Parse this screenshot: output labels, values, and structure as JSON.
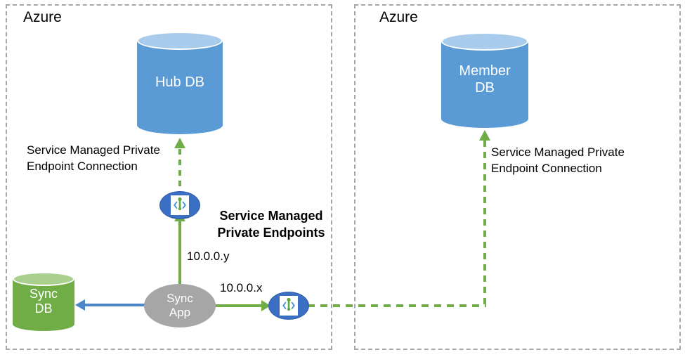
{
  "panels": [
    {
      "name": "left",
      "title": "Azure"
    },
    {
      "name": "right",
      "title": "Azure"
    }
  ],
  "nodes": {
    "hub_db": {
      "label_line1": "Hub DB",
      "label_line2": "",
      "color": "#5B9BD5",
      "top_color": "#A9CCEC"
    },
    "member_db": {
      "label_line1": "Member",
      "label_line2": "DB",
      "color": "#5B9BD5",
      "top_color": "#A9CCEC"
    },
    "sync_db": {
      "label_line1": "Sync",
      "label_line2": "DB",
      "color": "#70AD47",
      "top_color": "#A9D08E"
    },
    "sync_app": {
      "label_line1": "Sync",
      "label_line2": "App",
      "color": "#A6A6A6"
    }
  },
  "endpoints": {
    "hub_endpoint": {
      "icon": "private-link-icon",
      "color": "#3B6FC4"
    },
    "member_endpoint": {
      "icon": "private-link-icon",
      "color": "#3B6FC4"
    }
  },
  "annotations": {
    "hub_connection": "Service Managed Private\nEndpoint Connection",
    "member_connection": "Service Managed Private\nEndpoint Connection",
    "smpe_title": "Service Managed\nPrivate Endpoints",
    "ip_hub": "10.0.0.y",
    "ip_member": "10.0.0.x"
  },
  "colors": {
    "green": "#70AD47",
    "blue_arrow": "#4A86C8",
    "db_blue": "#5B9BD5",
    "gray": "#A6A6A6",
    "panel_border": "#a6a6a6",
    "endpoint_blue": "#3B6FC4"
  }
}
